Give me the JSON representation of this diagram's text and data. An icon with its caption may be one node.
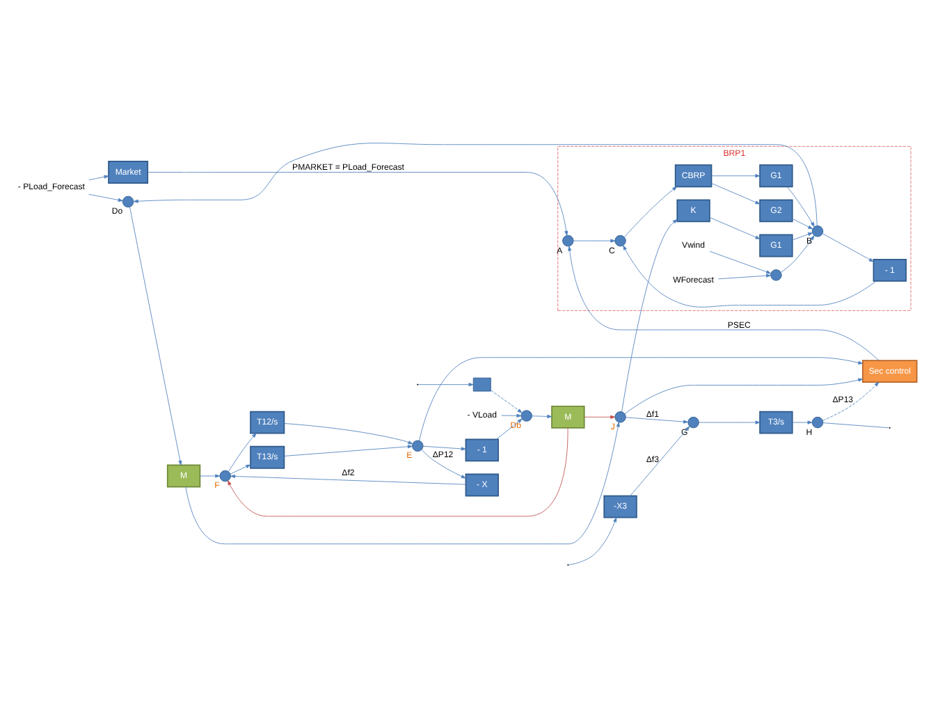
{
  "diagram": {
    "nodes": [
      {
        "text": [
          "BRP1"
        ]
      },
      {
        "text": [
          "Sec control"
        ]
      },
      {
        "text": [],
        "shape": "circle",
        "beside": [
          "A"
        ],
        "in": 0
      },
      {
        "text": [],
        "shape": "circle",
        "beside": [
          "C"
        ],
        "in": 0
      },
      {
        "text": [
          "K"
        ],
        "in": 0
      },
      {
        "text": [
          "G1"
        ],
        "in": 0
      },
      {
        "text": [
          "CBRP"
        ],
        "in": 0
      },
      {
        "text": [
          "G1"
        ],
        "in": 0
      },
      {
        "text": [
          "G2"
        ],
        "in": 0
      },
      {
        "text": [
          "- 1"
        ],
        "in": 0
      },
      {
        "text": [],
        "shape": "circle",
        "in": 0
      },
      {
        "text": [
          "Vwind"
        ],
        "in": 0
      },
      {
        "text": [
          "WForecast"
        ],
        "in": 0
      },
      {
        "text": [],
        "shape": "circle",
        "beside": [
          "B"
        ],
        "in": 0
      },
      {
        "text": [
          "Market"
        ]
      },
      {
        "text": [
          "- PLoad_Forecast"
        ]
      },
      {
        "text": [
          "- X"
        ]
      },
      {
        "text": [],
        "shape": "circle",
        "beside": [
          "F"
        ]
      },
      {
        "text": [
          "T13/s"
        ]
      },
      {
        "text": [
          "T12/s"
        ]
      },
      {
        "text": [],
        "shape": "circle",
        "beside": [
          "E"
        ]
      },
      {
        "text": [
          "- 1"
        ]
      },
      {
        "text": [],
        "shape": "circle",
        "beside": [
          "Db"
        ]
      },
      {
        "text": [
          "- VLoad"
        ]
      },
      {
        "text": [
          "M"
        ]
      },
      {
        "text": [],
        "shape": "circle",
        "beside": [
          "Do"
        ]
      },
      {
        "text": [
          "M"
        ]
      },
      {
        "text": [],
        "shape": "circle",
        "beside": [
          "J"
        ]
      },
      {
        "text": [
          "-X3"
        ]
      },
      {
        "text": [],
        "shape": "circle",
        "beside": [
          "G"
        ]
      },
      {
        "text": [
          "T3/s"
        ]
      },
      {
        "text": [],
        "shape": "circle",
        "beside": [
          "H"
        ]
      },
      {
        "text": [],
        "shape": "box"
      }
    ],
    "edges": [
      {
        "from": 14,
        "to": 2,
        "arrow": "to",
        "label": "PMARKET = PLoad_Forecast"
      },
      {
        "from": 1,
        "to": 2,
        "arrow": "to",
        "label": "PSEC"
      },
      {
        "from": 2,
        "to": 3,
        "arrow": "to"
      },
      {
        "from": 3,
        "to": 6,
        "arrow": "to"
      },
      {
        "from": 4,
        "to": 5,
        "arrow": "to"
      },
      {
        "from": 6,
        "to": 7,
        "arrow": "to"
      },
      {
        "from": 6,
        "to": 8,
        "arrow": "to"
      },
      {
        "from": 5,
        "to": 13,
        "arrow": "to"
      },
      {
        "from": 7,
        "to": 13,
        "arrow": "to"
      },
      {
        "from": 8,
        "to": 13,
        "arrow": "to"
      },
      {
        "from": 11,
        "to": 10,
        "arrow": "to"
      },
      {
        "from": 12,
        "to": 10,
        "arrow": "to"
      },
      {
        "from": 10,
        "to": 13,
        "arrow": "to"
      },
      {
        "from": 13,
        "to": 9,
        "arrow": "to"
      },
      {
        "from": 9,
        "to": 3,
        "arrow": "to"
      },
      {
        "from": 13,
        "to": 25,
        "arrow": "to"
      },
      {
        "from": 15,
        "to": 14,
        "arrow": "to"
      },
      {
        "from": 15,
        "to": 25,
        "arrow": "to"
      },
      {
        "from": 27,
        "to": 4,
        "arrow": "to"
      },
      {
        "from": 27,
        "to": 1,
        "arrow": "to"
      },
      {
        "from": 27,
        "to": 29,
        "arrow": "to",
        "label": "Δf1"
      },
      {
        "from": 20,
        "to": 1,
        "arrow": "to"
      },
      {
        "from": 20,
        "to": 16,
        "arrow": "to",
        "label": "ΔP12"
      },
      {
        "from": 31,
        "to": 1,
        "arrow": "to",
        "style": "dashed",
        "label": "ΔP13"
      },
      {
        "from": 16,
        "to": 17,
        "arrow": "to",
        "label": "Δf2"
      },
      {
        "from": 17,
        "to": 18,
        "arrow": "to"
      },
      {
        "from": 17,
        "to": 19,
        "arrow": "to"
      },
      {
        "from": 18,
        "to": 20,
        "arrow": "to"
      },
      {
        "from": 19,
        "to": 20,
        "arrow": "to"
      },
      {
        "from": 20,
        "to": 21,
        "arrow": "to"
      },
      {
        "from": 21,
        "to": 22,
        "arrow": "to"
      },
      {
        "from": 23,
        "to": 22,
        "arrow": "to"
      },
      {
        "from": 22,
        "to": 24,
        "arrow": "to"
      },
      {
        "from": 24,
        "to": 17,
        "arrow": "to",
        "color": "#c0504d"
      },
      {
        "from": 24,
        "to": 27,
        "arrow": "to",
        "color": "#c0504d"
      },
      {
        "from": 25,
        "to": 26,
        "arrow": "to"
      },
      {
        "from": 26,
        "to": 17,
        "arrow": "to"
      },
      {
        "from": 26,
        "to": 27,
        "arrow": "to"
      },
      {
        "from": 32,
        "to": 22,
        "arrow": "to",
        "style": "dashed"
      },
      {
        "from": 28,
        "to": 29,
        "arrow": "to",
        "label": "Δf3"
      },
      {
        "from": 29,
        "to": 30,
        "arrow": "to"
      },
      {
        "from": 30,
        "to": 31,
        "arrow": "to"
      },
      {
        "from": null,
        "to": 28,
        "arrow": "to"
      },
      {
        "from": 31,
        "to": null,
        "arrow": "none"
      },
      {
        "from": null,
        "to": 32,
        "arrow": "to"
      }
    ]
  }
}
